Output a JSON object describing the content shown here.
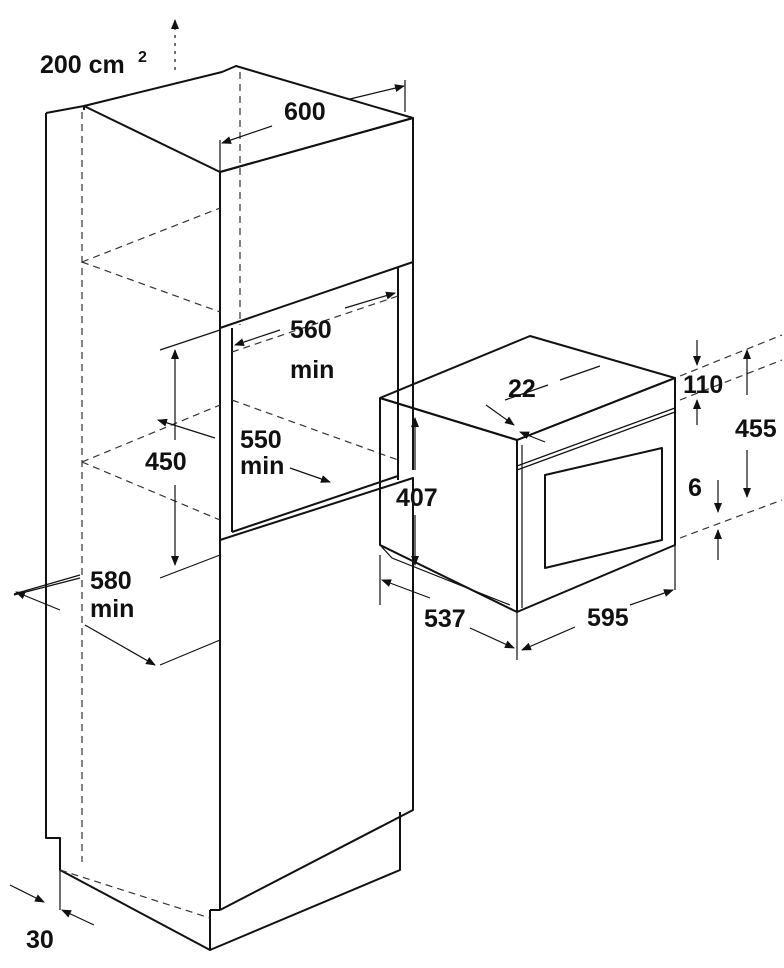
{
  "diagram": {
    "title": "Built-in oven installation dimensions",
    "labels": {
      "ventilation": "200 cm",
      "ventilation_sup": "2",
      "width_600": "600",
      "niche_560": "560",
      "niche_560_min": "min",
      "depth_550": "550",
      "depth_550_min": "min",
      "height_450": "450",
      "depth_580": "580",
      "depth_580_min": "min",
      "plinth_30": "30",
      "oven_22": "22",
      "oven_110": "110",
      "oven_455": "455",
      "oven_6": "6",
      "oven_407": "407",
      "oven_537": "537",
      "oven_595": "595"
    }
  }
}
